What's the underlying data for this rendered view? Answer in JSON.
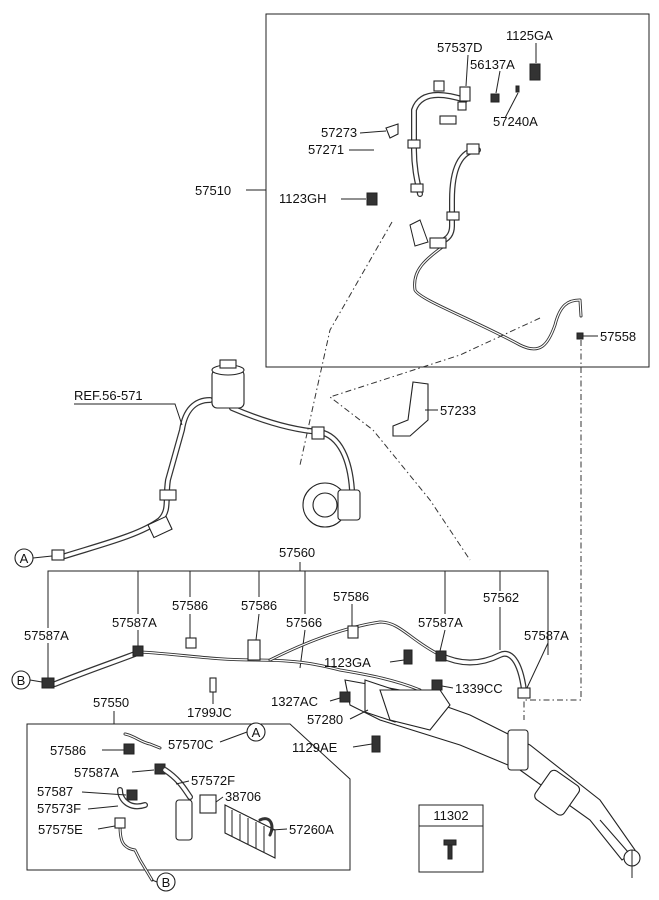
{
  "labels": {
    "l57537D": "57537D",
    "l1125GA": "1125GA",
    "l56137A": "56137A",
    "l57240A": "57240A",
    "l57273": "57273",
    "l57271": "57271",
    "l57510": "57510",
    "l1123GH": "1123GH",
    "l57558": "57558",
    "lREF": "REF.56-571",
    "l57233": "57233",
    "lA1": "A",
    "l57560": "57560",
    "l57562": "57562",
    "l57587A_1": "57587A",
    "l57587A_2": "57587A",
    "l57586_1": "57586",
    "l57586_2": "57586",
    "l57566": "57566",
    "l57586_3": "57586",
    "l57587A_3": "57587A",
    "l57587A_4": "57587A",
    "lB1": "B",
    "l1123GA": "1123GA",
    "l1327AC": "1327AC",
    "l1339CC": "1339CC",
    "l57280": "57280",
    "l1799JC": "1799JC",
    "l57550": "57550",
    "lA2": "A",
    "l57586_4": "57586",
    "l57570C": "57570C",
    "l57587A_5": "57587A",
    "l57572F": "57572F",
    "l57587": "57587",
    "l38706": "38706",
    "l57573F": "57573F",
    "l57575E": "57575E",
    "l57260A": "57260A",
    "l1129AE": "1129AE",
    "l11302": "11302",
    "lB2": "B"
  }
}
